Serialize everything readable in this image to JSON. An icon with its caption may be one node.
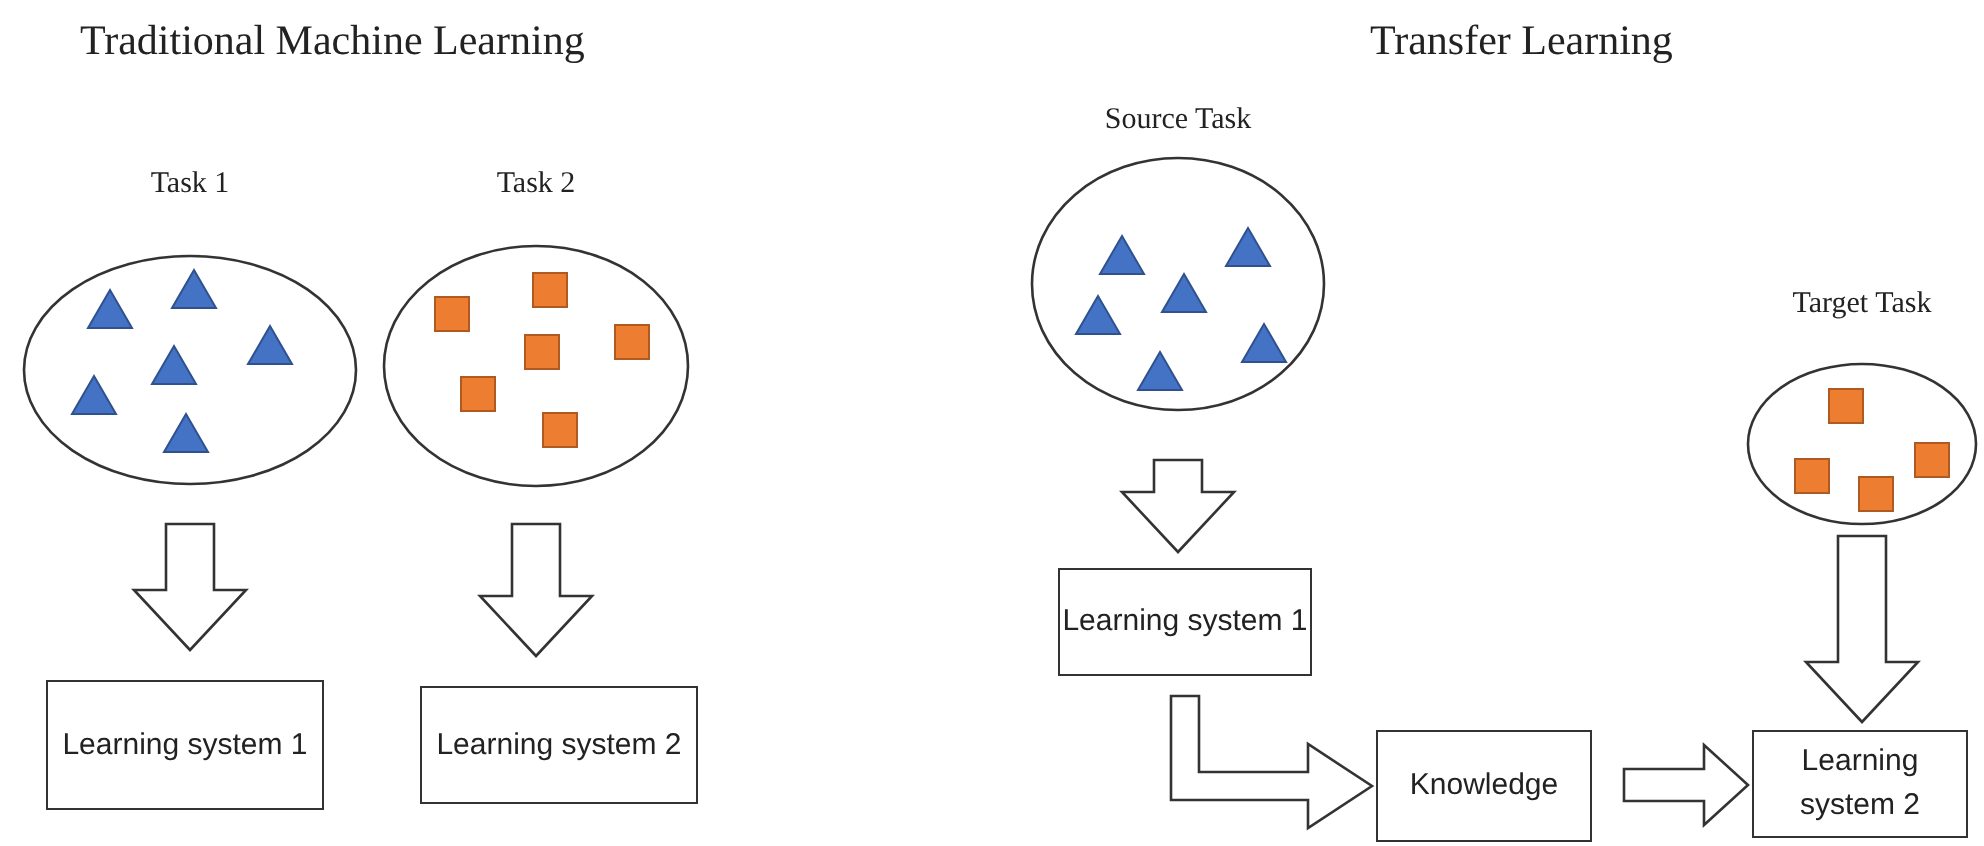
{
  "diagram": {
    "nodes": [
      {
        "text": [
          "Task 1"
        ]
      },
      {
        "text": [
          "Learning system 1"
        ]
      },
      {
        "text": [
          "Task 2"
        ]
      },
      {
        "text": [
          "Learning system 2"
        ]
      },
      {
        "text": [
          "Source Task"
        ]
      },
      {
        "text": [
          "Learning system 1"
        ]
      },
      {
        "text": [
          "Knowledge"
        ]
      },
      {
        "text": [
          "Target Task"
        ]
      },
      {
        "text": [
          "Learning system 2"
        ]
      }
    ],
    "edges": [
      {
        "from": 0,
        "to": 1,
        "arrow": "to"
      },
      {
        "from": 2,
        "to": 3,
        "arrow": "to"
      },
      {
        "from": 4,
        "to": 5,
        "arrow": "to"
      },
      {
        "from": 5,
        "to": 6,
        "arrow": "to"
      },
      {
        "from": 6,
        "to": 8,
        "arrow": "to"
      },
      {
        "from": 7,
        "to": 8,
        "arrow": "to"
      }
    ],
    "labels": [
      "Traditional Machine Learning",
      "Transfer Learning"
    ]
  }
}
